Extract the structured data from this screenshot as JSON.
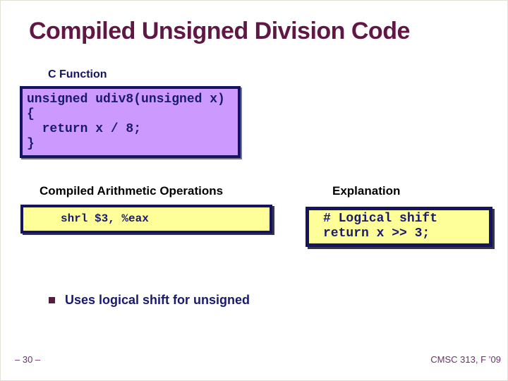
{
  "slide": {
    "title": "Compiled Unsigned Division Code",
    "c_function_label": "C Function",
    "c_code_lines": [
      "unsigned udiv8(unsigned x)",
      "{",
      "  return x / 8;",
      "}"
    ],
    "headings": {
      "asm": "Compiled Arithmetic Operations",
      "explanation": "Explanation"
    },
    "asm_code": "shrl $3, %eax",
    "explanation_lines": [
      "# Logical shift",
      "return x >> 3;"
    ],
    "bullet_text": "Uses logical shift for unsigned",
    "footer": {
      "page_number": "– 30 –",
      "course_label": "CMSC 313, F ’09"
    },
    "colors": {
      "title_maroon": "#611744",
      "navy_text": "#191970",
      "navy_border": "#14145f",
      "purple_fill": "#cc99ff",
      "yellow_fill": "#ffff99",
      "heading_black": "#000000",
      "footer_purple": "#663366",
      "background": "#ffffff"
    }
  }
}
